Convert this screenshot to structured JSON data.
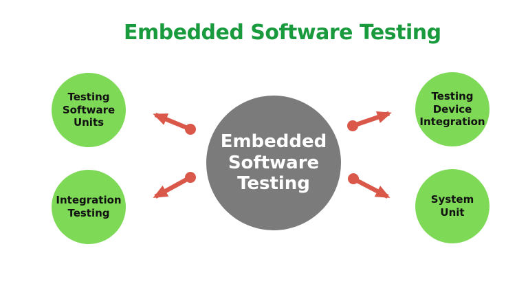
{
  "title": "Embedded Software Testing",
  "center": {
    "id": "embedded-software-testing",
    "label": "Embedded\nSoftware\nTesting"
  },
  "nodes": [
    {
      "id": "testing-software-units",
      "label": "Testing\nSoftware\nUnits",
      "position": "top-left"
    },
    {
      "id": "integration-testing",
      "label": "Integration\nTesting",
      "position": "bottom-left"
    },
    {
      "id": "testing-device-integration",
      "label": "Testing\nDevice\nIntegration",
      "position": "top-right"
    },
    {
      "id": "system-unit",
      "label": "System\nUnit",
      "position": "bottom-right"
    }
  ],
  "colors": {
    "title_green": "#189a3d",
    "satellite_fill": "#7ed957",
    "center_fill": "#7b7b7b",
    "arrow_red": "#d9584a",
    "satellite_text": "#111111",
    "center_text": "#ffffff",
    "background": "#ffffff"
  }
}
